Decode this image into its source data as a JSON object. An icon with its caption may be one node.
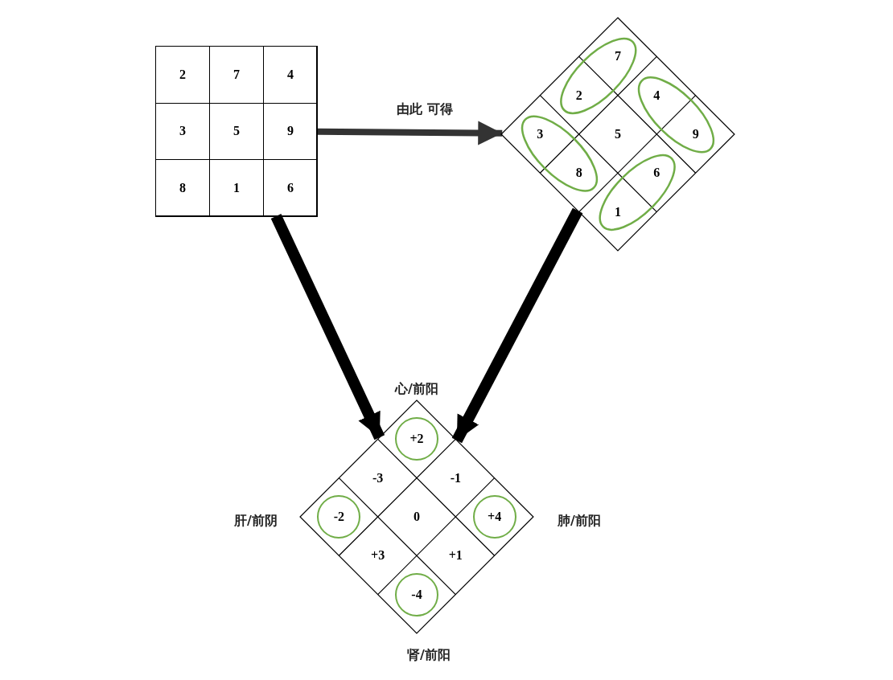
{
  "diagram": {
    "nodes": [
      {
        "text": [],
        "shape": "box"
      },
      {
        "text": [
          "2"
        ],
        "in": 0
      },
      {
        "text": [
          "7"
        ],
        "in": 0
      },
      {
        "text": [
          "4"
        ],
        "in": 0
      },
      {
        "text": [
          "3"
        ],
        "in": 0
      },
      {
        "text": [
          "5"
        ],
        "in": 0
      },
      {
        "text": [
          "9"
        ],
        "in": 0
      },
      {
        "text": [
          "8"
        ],
        "in": 0
      },
      {
        "text": [
          "1"
        ],
        "in": 0
      },
      {
        "text": [
          "6"
        ],
        "in": 0
      },
      {
        "text": [],
        "shape": "diamond"
      },
      {
        "text": [
          "7"
        ],
        "in": 10
      },
      {
        "text": [
          "2"
        ],
        "in": 10
      },
      {
        "text": [
          "4"
        ],
        "in": 10
      },
      {
        "text": [
          "3"
        ],
        "in": 10
      },
      {
        "text": [
          "5"
        ],
        "in": 10
      },
      {
        "text": [
          "9"
        ],
        "in": 10
      },
      {
        "text": [
          "8"
        ],
        "in": 10
      },
      {
        "text": [
          "6"
        ],
        "in": 10
      },
      {
        "text": [
          "1"
        ],
        "in": 10
      },
      {
        "text": [],
        "shape": "diamond",
        "beside": [
          "心/前阳",
          "肝/前阴",
          "肺/前阳",
          "肾/前阳"
        ]
      },
      {
        "text": [
          "+2"
        ],
        "in": 20
      },
      {
        "text": [
          "-3"
        ],
        "in": 20
      },
      {
        "text": [
          "-1"
        ],
        "in": 20
      },
      {
        "text": [
          "-2"
        ],
        "in": 20
      },
      {
        "text": [
          "0"
        ],
        "in": 20
      },
      {
        "text": [
          "+4"
        ],
        "in": 20
      },
      {
        "text": [
          "+3"
        ],
        "in": 20
      },
      {
        "text": [
          "+1"
        ],
        "in": 20
      },
      {
        "text": [
          "-4"
        ],
        "in": 20
      }
    ],
    "edges": [
      {
        "from": 0,
        "to": 10,
        "arrow": "to",
        "label": "由此 可得"
      },
      {
        "from": 0,
        "to": 20,
        "arrow": "to"
      },
      {
        "from": 10,
        "to": 20,
        "arrow": "to"
      }
    ]
  }
}
